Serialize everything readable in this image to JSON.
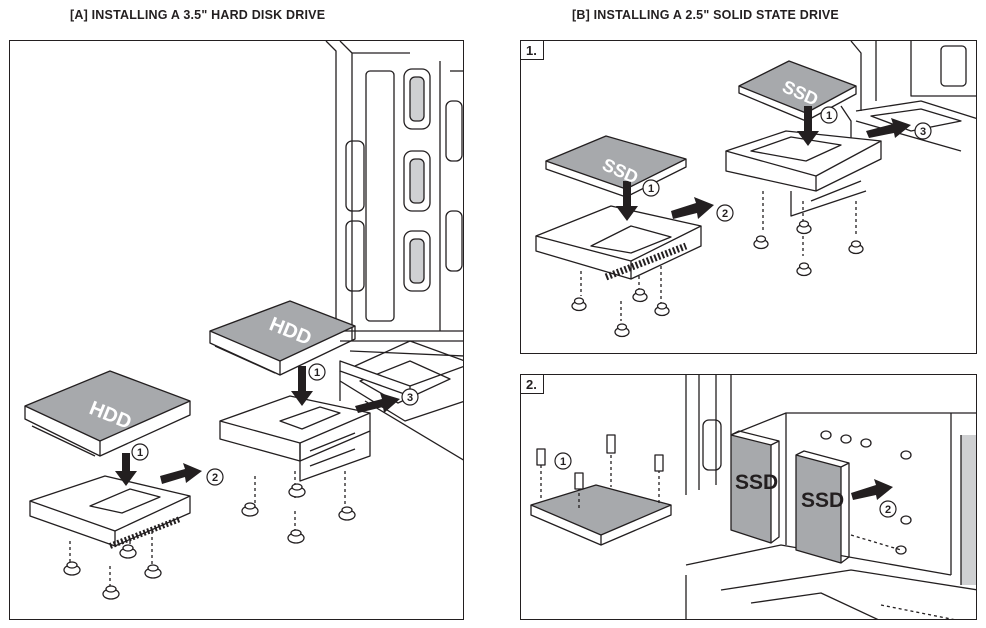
{
  "headings": {
    "a": "[A] INSTALLING A 3.5\" HARD DISK DRIVE",
    "b": "[B] INSTALLING A 2.5\" SOLID STATE DRIVE"
  },
  "panel_b1": {
    "step": "1."
  },
  "panel_b2": {
    "step": "2."
  },
  "labels": {
    "hdd": "HDD",
    "ssd": "SSD",
    "n1": "1",
    "n2": "2",
    "n3": "3"
  },
  "colors": {
    "ink": "#231f20",
    "drive_fill": "#a7a9ac",
    "paper": "#ffffff"
  }
}
